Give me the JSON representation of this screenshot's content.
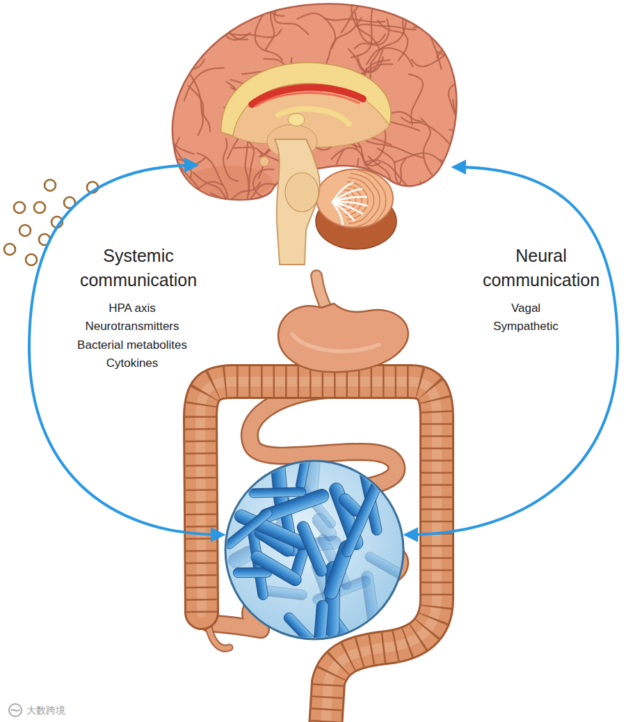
{
  "diagram": {
    "labels": [
      "Systemic communication",
      "HPA axis",
      "Neurotransmitters",
      "Bacterial metabolites",
      "Cytokines",
      "Neural communication",
      "Vagal",
      "Sympathetic",
      "大数跨境"
    ]
  }
}
